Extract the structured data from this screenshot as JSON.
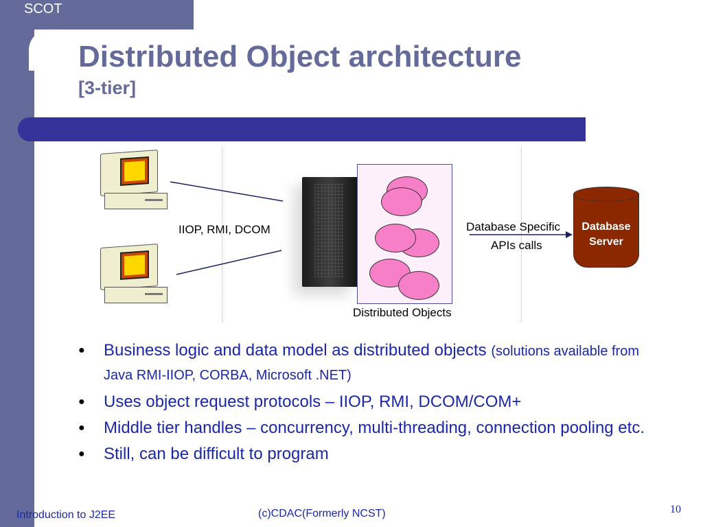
{
  "header": {
    "brand": "SCOT",
    "title": "Distributed Object architecture",
    "subtitle": "[3-tier]"
  },
  "diagram": {
    "protocol_label": "IIOP, RMI, DCOM",
    "objects_label": "Distributed Objects",
    "api_label_line1": "Database Specific",
    "api_label_line2": "APIs calls",
    "db_line1": "Database",
    "db_line2": "Server"
  },
  "bullets": [
    {
      "main": "Business logic and data model as distributed objects",
      "note": "(solutions available from Java RMI-IIOP, CORBA, Microsoft .NET)"
    },
    {
      "main": "Uses object request protocols – IIOP, RMI, DCOM/COM+"
    },
    {
      "main": "Middle tier handles – concurrency, multi-threading, connection pooling etc."
    },
    {
      "main": "Still, can be difficult to program"
    }
  ],
  "footer": {
    "left": "Introduction to J2EE",
    "center": "(c)CDAC(Formerly NCST)",
    "page_number": "10"
  },
  "colors": {
    "sidebar": "#646b9a",
    "title_bar": "#333399",
    "text_blue": "#1a27a6",
    "db_brown": "#8b2800",
    "object_pink": "#f77fc8"
  }
}
